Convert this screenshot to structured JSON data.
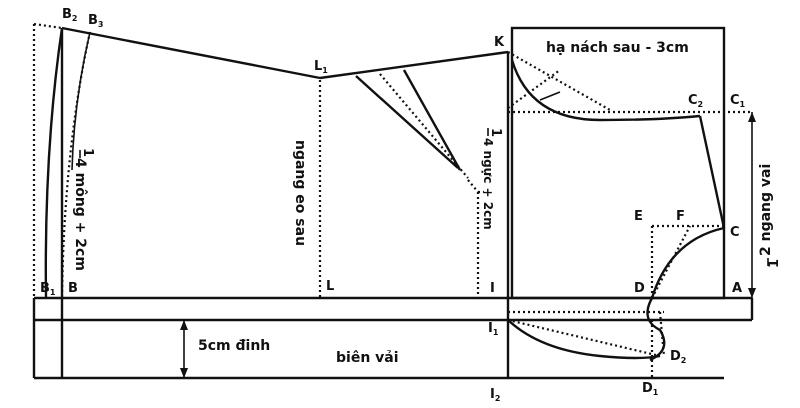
{
  "points": {
    "B2": {
      "main": "B",
      "sub": "2"
    },
    "B3": {
      "main": "B",
      "sub": "3"
    },
    "K": {
      "main": "K",
      "sub": ""
    },
    "L1": {
      "main": "L",
      "sub": "1"
    },
    "C2": {
      "main": "C",
      "sub": "2"
    },
    "C1": {
      "main": "C",
      "sub": "1"
    },
    "E": {
      "main": "E",
      "sub": ""
    },
    "F": {
      "main": "F",
      "sub": ""
    },
    "C": {
      "main": "C",
      "sub": ""
    },
    "B1": {
      "main": "B",
      "sub": "1"
    },
    "B": {
      "main": "B",
      "sub": ""
    },
    "L": {
      "main": "L",
      "sub": ""
    },
    "I": {
      "main": "I",
      "sub": ""
    },
    "D": {
      "main": "D",
      "sub": ""
    },
    "A": {
      "main": "A",
      "sub": ""
    },
    "I1": {
      "main": "I",
      "sub": "1"
    },
    "D2": {
      "main": "D",
      "sub": "2"
    },
    "I2": {
      "main": "I",
      "sub": "2"
    },
    "D1": {
      "main": "D",
      "sub": "1"
    }
  },
  "labels": {
    "armhole_back": "hạ nách sau - 3cm",
    "hip_quarter": "4 mông + 2cm",
    "hip_fraction": "1",
    "waist_width": "ngang eo sau",
    "chest_quarter": "4 ngực + 2cm",
    "chest_fraction": "1",
    "shoulder_half": "2 ngang vai",
    "shoulder_fraction": "1",
    "hem_allowance": "5cm đinh",
    "selvage": "biên vải"
  }
}
